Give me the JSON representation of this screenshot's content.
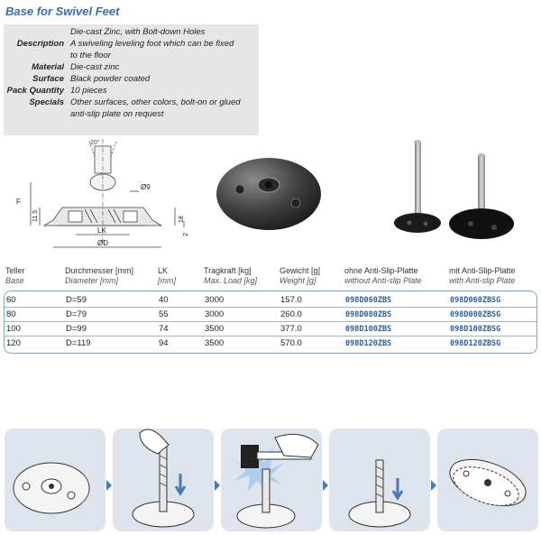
{
  "title": "Base for Swivel Feet",
  "specs": [
    {
      "label": "",
      "value": "Die-cast Zinc, with Bolt-down Holes"
    },
    {
      "label": "Description",
      "value": "A swiveling leveling foot which can be fixed"
    },
    {
      "label": "",
      "value": "to the floor"
    },
    {
      "label": "Material",
      "value": "Die-cast zinc"
    },
    {
      "label": "Surface",
      "value": "Black powder coated"
    },
    {
      "label": "Pack Quantity",
      "value": "10 pieces"
    },
    {
      "label": "Specials",
      "value": "Other surfaces, other colors, bolt-on or glued"
    },
    {
      "label": "",
      "value": "anti-slip plate on request"
    }
  ],
  "drawing": {
    "angle": "20°",
    "dim_f": "F",
    "dim_height": "11.5",
    "dim_hole": "Ø9",
    "dim_18": "18",
    "dim_2": "2",
    "dim_lk": "LK",
    "dim_d": "ØD"
  },
  "table": {
    "headers": [
      {
        "main": "Teller",
        "sub": "Base"
      },
      {
        "main": "Durchmesser [mm]",
        "sub": "Diameter [mm]"
      },
      {
        "main": "LK",
        "sub": "[mm]"
      },
      {
        "main": "Tragkraft [kg]",
        "sub": "Max. Load [kg]"
      },
      {
        "main": "Gewicht [g]",
        "sub": "Weight [g]"
      },
      {
        "main": "ohne Anti-Slip-Platte",
        "sub": "without Anti-slip Plate"
      },
      {
        "main": "mit Anti-Slip-Platte",
        "sub": "with Anti-slip Plate"
      }
    ],
    "rows": [
      [
        "60",
        "D=59",
        "40",
        "3000",
        "157.0",
        "098D060ZBS",
        "098D060ZBSG"
      ],
      [
        "80",
        "D=79",
        "55",
        "3000",
        "260.0",
        "098D080ZBS",
        "098D080ZBSG"
      ],
      [
        "100",
        "D=99",
        "74",
        "3500",
        "377.0",
        "098D100ZBS",
        "098D100ZBSG"
      ],
      [
        "120",
        "D=119",
        "94",
        "3500",
        "570.0",
        "098D120ZBS",
        "098D120ZBSG"
      ]
    ]
  },
  "colors": {
    "title": "#3a6ea8",
    "code": "#2e5f9a",
    "table_border": "#7fa4cc",
    "step_bg": "#dde4ee"
  }
}
